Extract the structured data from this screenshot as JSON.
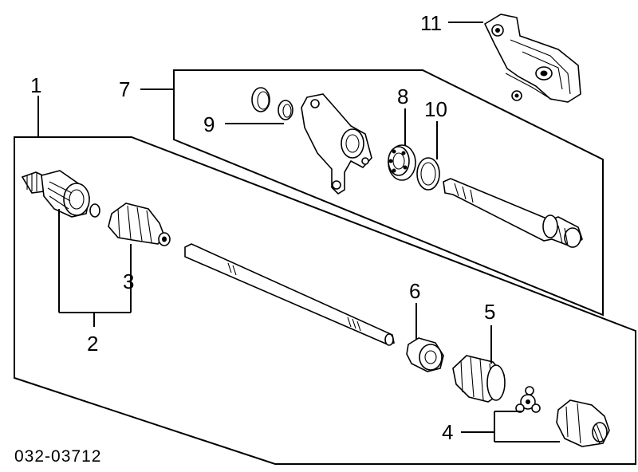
{
  "diagram_code": "032-03712",
  "callouts": {
    "c1": "1",
    "c2": "2",
    "c3": "3",
    "c4": "4",
    "c5": "5",
    "c6": "6",
    "c7": "7",
    "c8": "8",
    "c9": "9",
    "c10": "10",
    "c11": "11"
  }
}
